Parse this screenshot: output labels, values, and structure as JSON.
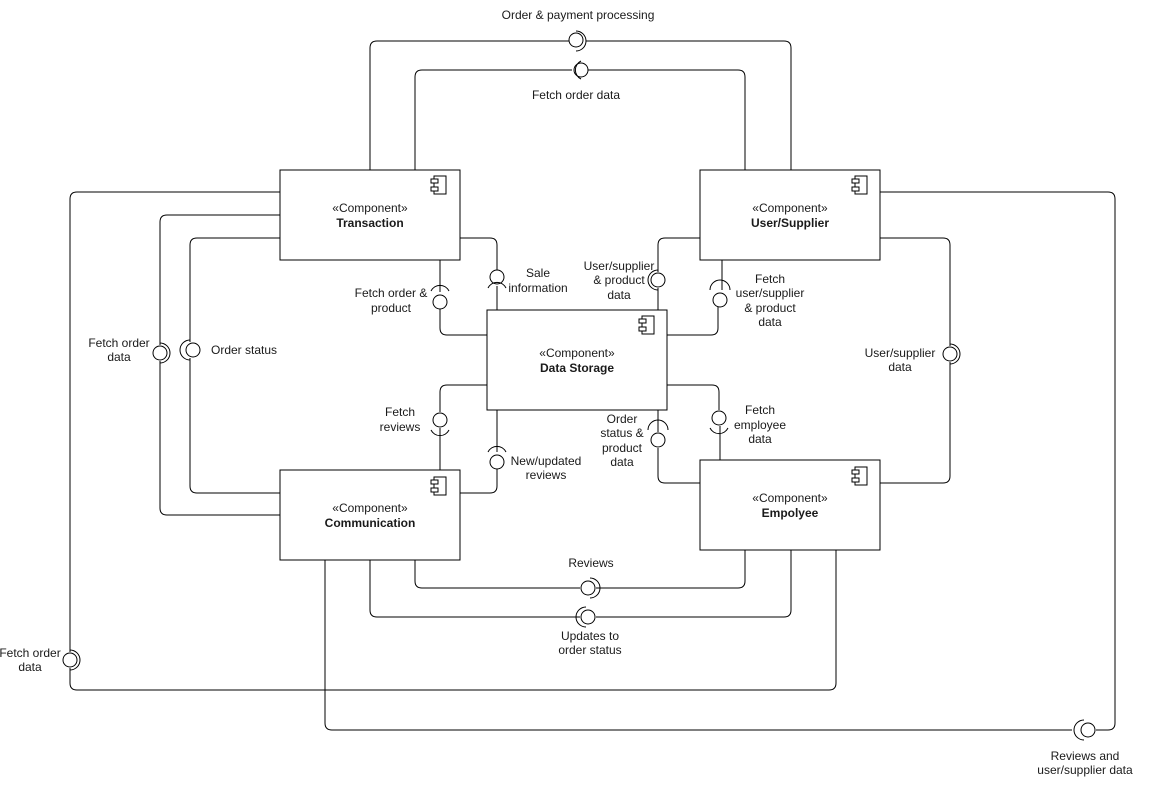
{
  "components": [
    {
      "id": "transaction",
      "stereotype": "«Component»",
      "name": "Transaction"
    },
    {
      "id": "user_supplier",
      "stereotype": "«Component»",
      "name": "User/Supplier"
    },
    {
      "id": "data_storage",
      "stereotype": "«Component»",
      "name": "Data Storage"
    },
    {
      "id": "communication",
      "stereotype": "«Component»",
      "name": "Communication"
    },
    {
      "id": "employee",
      "stereotype": "«Component»",
      "name": "Empolyee"
    }
  ],
  "interfaces": {
    "order_payment_processing": "Order & payment processing",
    "fetch_order_data_top": "Fetch order data",
    "fetch_order_product": [
      "Fetch order &",
      "product"
    ],
    "sale_information": [
      "Sale",
      "information"
    ],
    "user_supplier_product_data": [
      "User/supplier",
      "& product",
      "data"
    ],
    "fetch_user_supplier_product_data": [
      "Fetch",
      "user/supplier",
      "& product",
      "data"
    ],
    "fetch_order_data_left": [
      "Fetch order",
      "data"
    ],
    "order_status": "Order status",
    "user_supplier_data": [
      "User/supplier",
      "data"
    ],
    "fetch_reviews": [
      "Fetch",
      "reviews"
    ],
    "new_updated_reviews": [
      "New/updated",
      "reviews"
    ],
    "order_status_product_data": [
      "Order",
      "status &",
      "product",
      "data"
    ],
    "fetch_employee_data": [
      "Fetch",
      "employee",
      "data"
    ],
    "reviews": "Reviews",
    "updates_to_order_status": [
      "Updates to",
      "order status"
    ],
    "fetch_order_data_bottom_left": [
      "Fetch order",
      "data"
    ],
    "reviews_and_user_supplier_data": [
      "Reviews and",
      "user/supplier data"
    ]
  }
}
